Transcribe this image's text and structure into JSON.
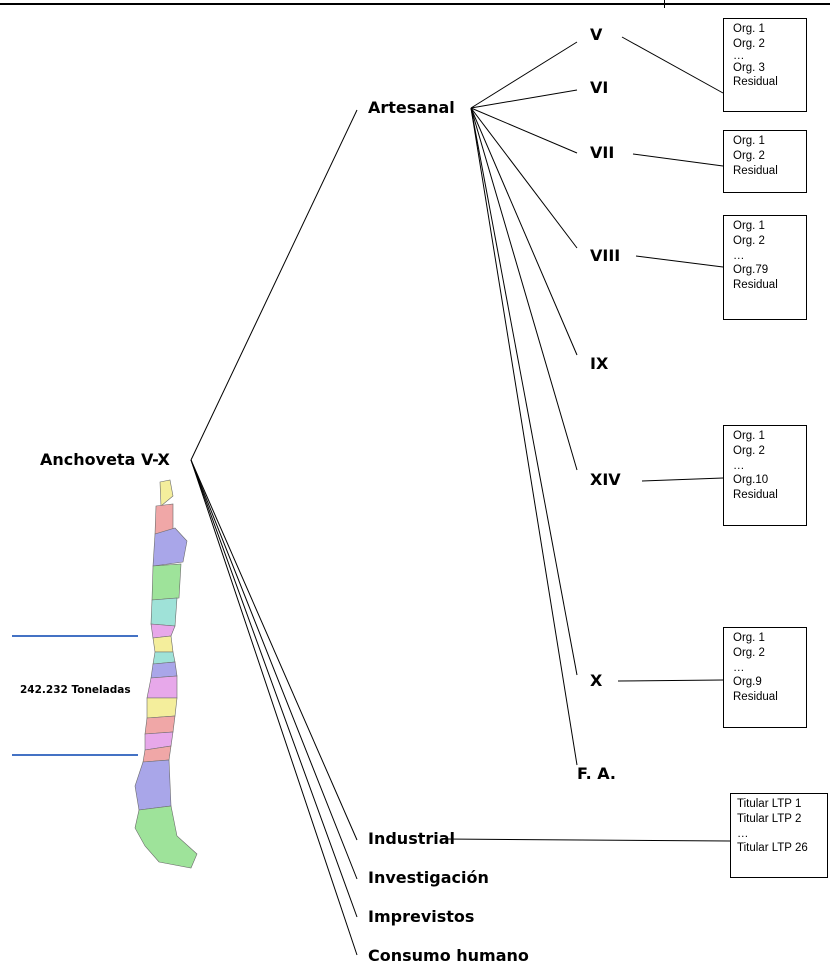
{
  "root": {
    "label": "Anchoveta V-X",
    "quota": "242.232 Toneladas"
  },
  "sectors": [
    {
      "id": "artesanal",
      "label": "Artesanal"
    },
    {
      "id": "industrial",
      "label": "Industrial"
    },
    {
      "id": "investigacion",
      "label": "Investigación"
    },
    {
      "id": "imprevistos",
      "label": "Imprevistos"
    },
    {
      "id": "consumo",
      "label": "Consumo humano"
    }
  ],
  "regions": [
    "V",
    "VI",
    "VII",
    "VIII",
    "IX",
    "XIV",
    "X",
    "F. A."
  ],
  "boxes": {
    "v": [
      "Org. 1",
      "Org. 2",
      "…",
      "Org. 3",
      "Residual"
    ],
    "vii": [
      "Org. 1",
      "Org. 2",
      "Residual"
    ],
    "viii": [
      "Org. 1",
      "Org. 2",
      "…",
      "Org.79",
      "Residual"
    ],
    "xiv": [
      "Org. 1",
      "Org. 2",
      "…",
      "Org.10",
      "Residual"
    ],
    "x": [
      "Org. 1",
      "Org. 2",
      "…",
      "Org.9",
      "Residual"
    ],
    "industrial": [
      "Titular LTP 1",
      "Titular LTP 2",
      "…",
      "Titular LTP 26"
    ]
  },
  "colors": {
    "connector": "#000000",
    "quota_rule": "#4472c4"
  }
}
